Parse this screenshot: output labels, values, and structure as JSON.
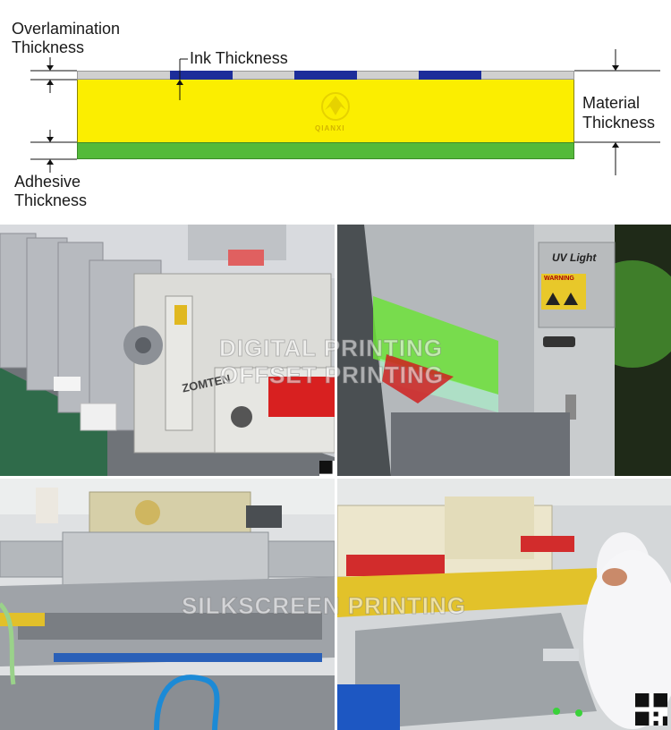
{
  "diagram": {
    "labels": {
      "overlamination": [
        "Overlamination",
        "Thickness"
      ],
      "ink": "Ink Thickness",
      "material": [
        "Material",
        "Thickness"
      ],
      "adhesive": [
        "Adhesive",
        "Thickness"
      ]
    },
    "watermark": "QIANXI",
    "colors": {
      "overlamination": "#d0d0d0",
      "ink": "#1c2d9a",
      "material": "#fbee00",
      "adhesive": "#54ba3a"
    }
  },
  "photos": [
    {
      "scene": "flexo-printing-press-line",
      "caption": ""
    },
    {
      "scene": "uv-curing-lamp-unit",
      "caption": ""
    },
    {
      "scene": "automatic-screen-printing-machine",
      "caption": ""
    },
    {
      "scene": "workers-at-screen-printing-table",
      "caption": ""
    }
  ],
  "overlays": {
    "digital": "DIGITAL PRINTING",
    "offset": "OFFSET PRINTING",
    "silkscreen": "SILKSCREEN PRINTING"
  },
  "photo_text": {
    "brand": "ZOMTEN",
    "uv_light": "UV Light",
    "warning": "WARNING"
  }
}
